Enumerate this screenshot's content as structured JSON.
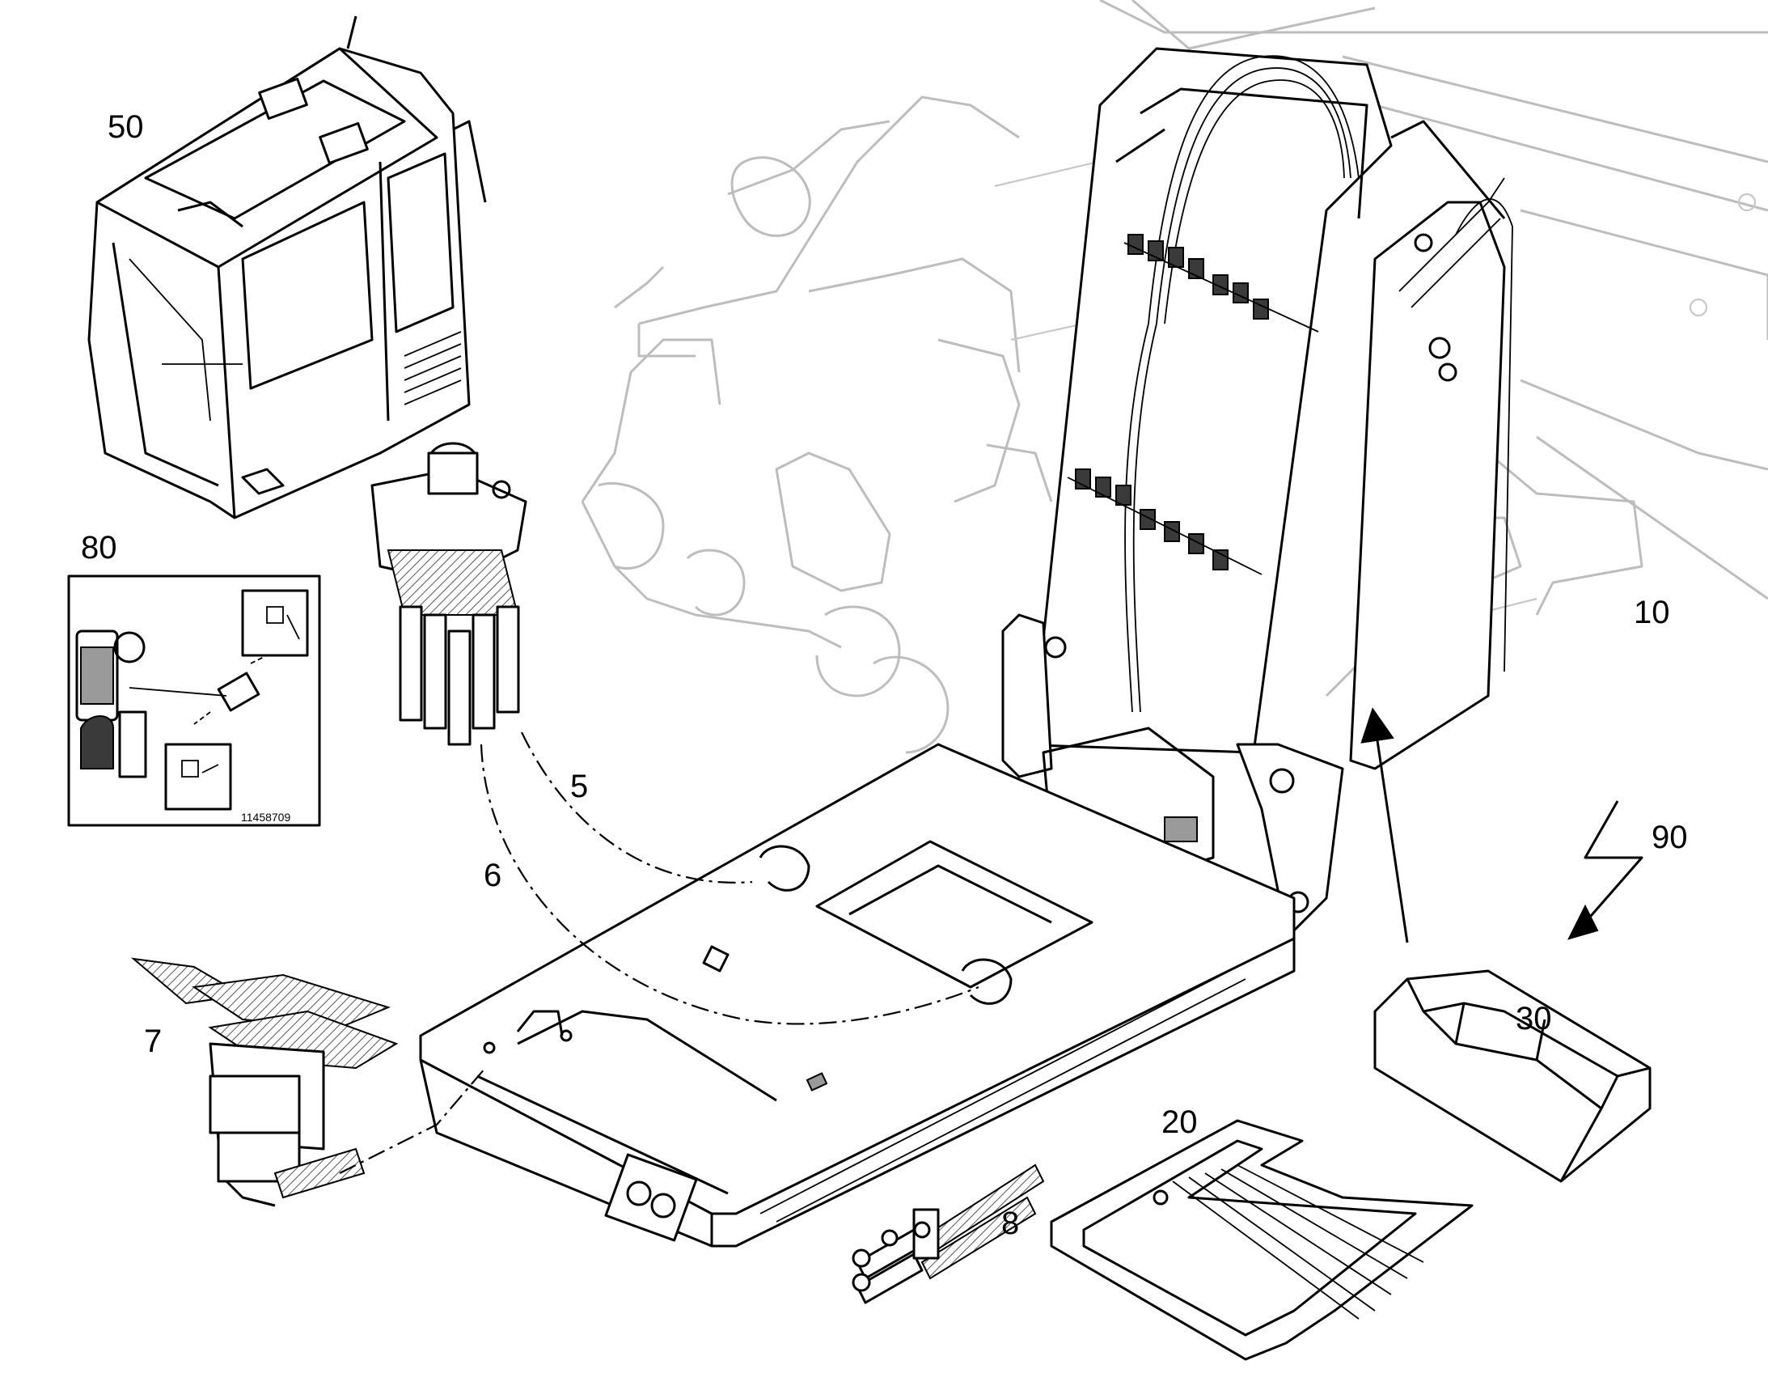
{
  "figure": {
    "callouts": [
      {
        "id": "c50",
        "text": "50"
      },
      {
        "id": "c80",
        "text": "80"
      },
      {
        "id": "c5",
        "text": "5"
      },
      {
        "id": "c6",
        "text": "6"
      },
      {
        "id": "c7",
        "text": "7"
      },
      {
        "id": "c8",
        "text": "8"
      },
      {
        "id": "c10",
        "text": "10"
      },
      {
        "id": "c20",
        "text": "20"
      },
      {
        "id": "c30",
        "text": "30"
      },
      {
        "id": "c90",
        "text": "90"
      }
    ],
    "inset": {
      "drawing_number": "11458709"
    },
    "icons": [
      "cab-icon",
      "joystick-icon",
      "pedal-icon",
      "hose-fitting-icon",
      "floor-mat-icon",
      "storage-box-icon",
      "electrical-lightning-icon",
      "cab-frame-icon",
      "control-panel-icon"
    ],
    "colors": {
      "line": "#000000",
      "ghost_line": "#bdbdbd",
      "background": "#ffffff"
    }
  }
}
